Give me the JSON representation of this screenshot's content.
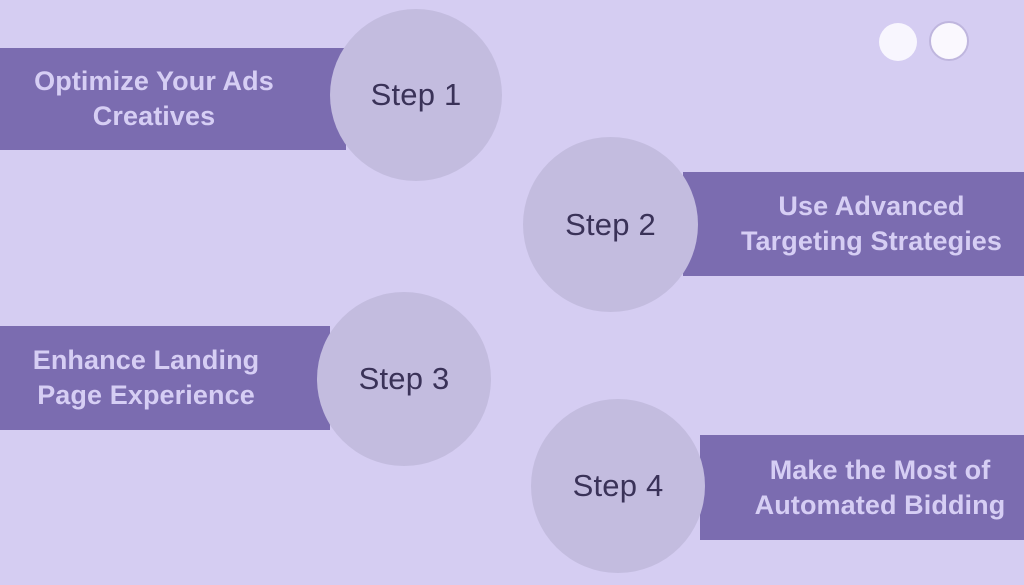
{
  "theme": {
    "background": "#D5CDF2",
    "bar_fill": "#7B6CB0",
    "bar_text": "#D6CEF4",
    "circle_fill": "#C3BCDF",
    "circle_text": "#3A3258",
    "dot_fill": "#F8F6FE",
    "dot_outline": "#BFB6DE"
  },
  "decor": {
    "dot_filled_name": "filled-dot",
    "dot_outline_name": "outline-dot"
  },
  "steps": [
    {
      "number": "Step 1",
      "title": "Optimize Your Ads\nCreatives",
      "side": "left"
    },
    {
      "number": "Step 2",
      "title": "Use Advanced\nTargeting Strategies",
      "side": "right"
    },
    {
      "number": "Step 3",
      "title": "Enhance Landing\nPage Experience",
      "side": "left"
    },
    {
      "number": "Step 4",
      "title": "Make the Most of\nAutomated Bidding",
      "side": "right"
    }
  ]
}
